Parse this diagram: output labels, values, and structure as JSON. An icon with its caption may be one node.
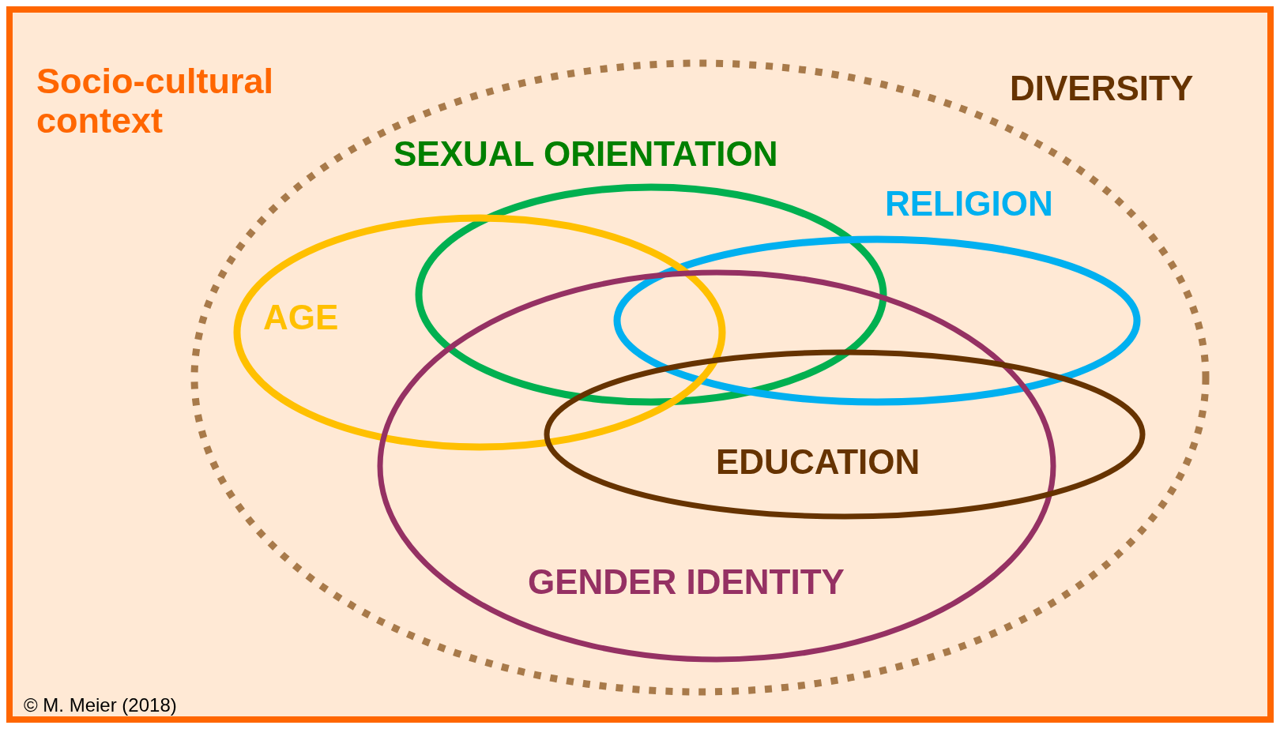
{
  "diagram": {
    "nodes": [
      {
        "text": [
          "Socio-cultural context"
        ]
      },
      {
        "text": [
          "DIVERSITY"
        ],
        "in": 0
      },
      {
        "text": [
          "SEXUAL ORIENTATION"
        ],
        "in": 1
      },
      {
        "text": [
          "RELIGION"
        ],
        "in": 1
      },
      {
        "text": [
          "AGE"
        ],
        "in": 1
      },
      {
        "text": [
          "GENDER IDENTITY"
        ],
        "in": 1
      },
      {
        "text": [
          "EDUCATION"
        ],
        "in": 1
      }
    ],
    "edges": [],
    "labels": [
      "© M. Meier (2018)"
    ]
  }
}
